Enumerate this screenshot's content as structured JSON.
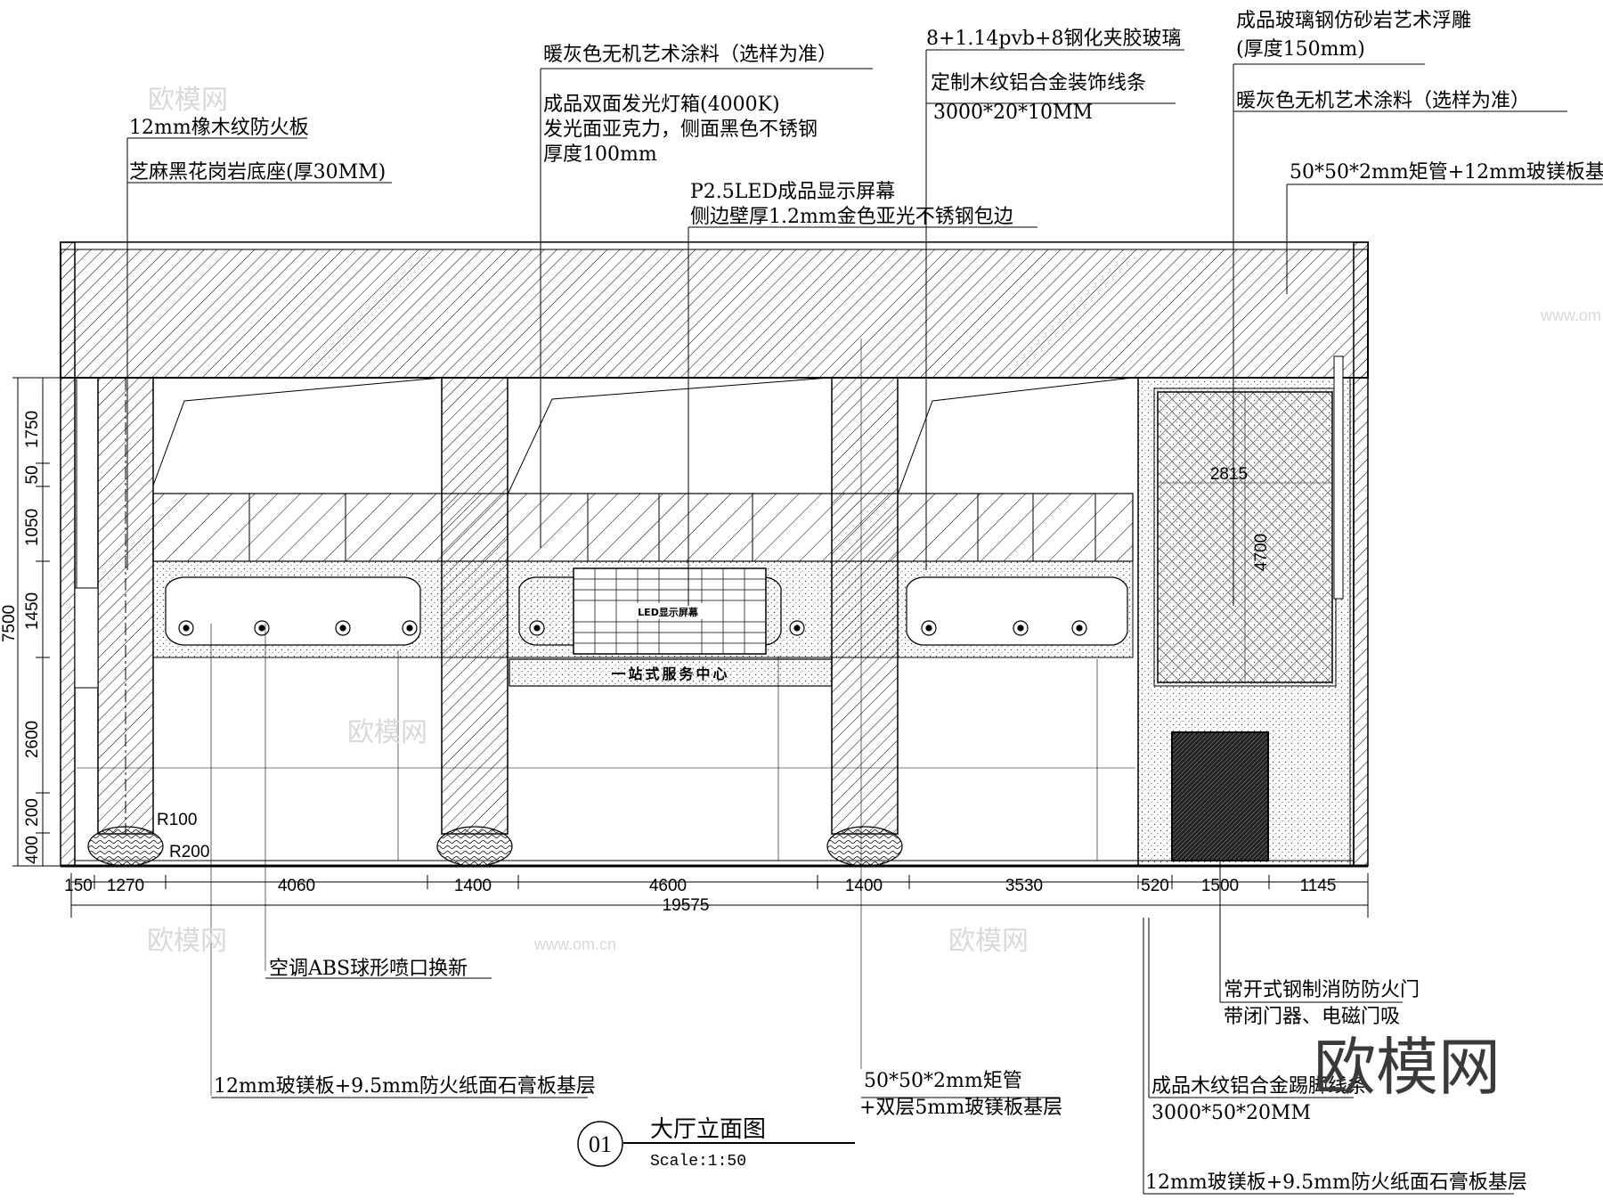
{
  "labels_top": [
    "12mm橡木纹防火板",
    "芝麻黑花岗岩底座(厚30MM)",
    "暖灰色无机艺术涂料（选样为准）",
    "成品双面发光灯箱(4000K)",
    "发光面亚克力，侧面黑色不锈钢",
    "厚度100mm",
    "P2.5LED成品显示屏幕",
    "侧边壁厚1.2mm金色亚光不锈钢包边",
    "8+1.14pvb+8钢化夹胶玻璃",
    "定制木纹铝合金装饰线条",
    "3000*20*10MM",
    "成品玻璃钢仿砂岩艺术浮雕",
    "(厚度150mm)",
    "暖灰色无机艺术涂料（选样为准）",
    "50*50*2mm矩管+12mm玻镁板基层"
  ],
  "labels_bottom": [
    "空调ABS球形喷口换新",
    "12mm玻镁板+9.5mm防火纸面石膏板基层",
    "50*50*2mm矩管",
    "+双层5mm玻镁板基层",
    "常开式钢制消防防火门",
    "带闭门器、电磁门吸",
    "成品木纹铝合金踢脚线条",
    "3000*50*20MM",
    "12mm玻镁板+9.5mm防火纸面石膏板基层"
  ],
  "dims_horizontal": [
    "150",
    "1270",
    "4060",
    "1400",
    "4600",
    "1400",
    "3530",
    "520",
    "1500",
    "1145"
  ],
  "dim_total": "19575",
  "dims_vertical": [
    "400",
    "200",
    "2600",
    "1450",
    "1050",
    "50",
    "1750"
  ],
  "dim_vertical_total": "7500",
  "radius_labels": [
    "R100",
    "R200"
  ],
  "inner_labels": {
    "led": "LED显示屏幕",
    "sign": "一站式服务中心",
    "panel_w": "2815",
    "panel_h": "4700"
  },
  "title": {
    "number": "01",
    "name": "大厅立面图",
    "scale": "Scale:1:50"
  },
  "watermark": "欧模网",
  "watermark_url": "www.om.cn"
}
